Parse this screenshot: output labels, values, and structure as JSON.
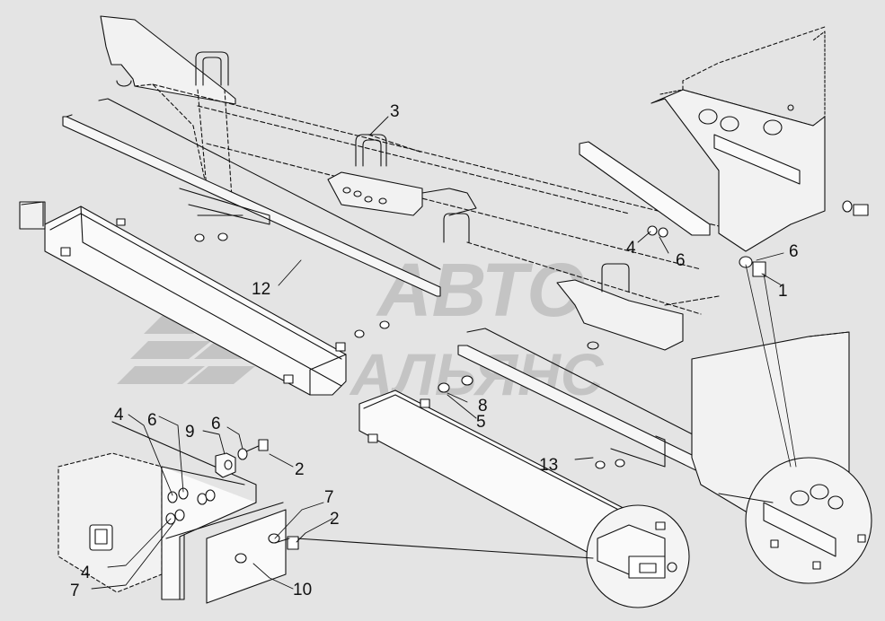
{
  "diagram": {
    "background": "#e4e4e4",
    "line_color": "#111111",
    "watermark": {
      "line1": "АВТО",
      "line2": "АЛЬЯНС",
      "color": "#c4c4c4"
    },
    "callouts": [
      "1",
      "2",
      "2",
      "3",
      "4",
      "4",
      "4",
      "5",
      "6",
      "6",
      "6",
      "6",
      "7",
      "7",
      "8",
      "9",
      "10",
      "12",
      "13"
    ]
  }
}
